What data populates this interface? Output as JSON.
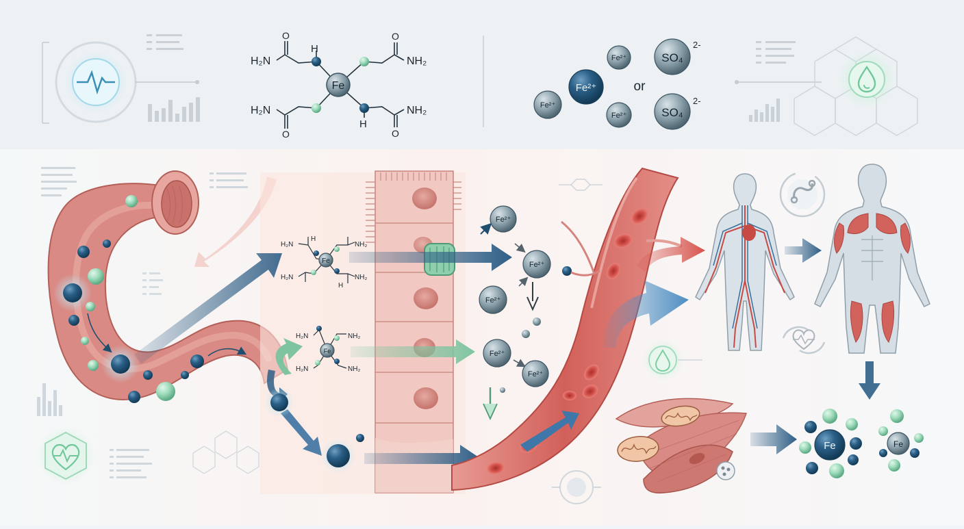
{
  "top_panel": {
    "chelate": {
      "center": "Fe",
      "amide_tl": "H₂N",
      "amide_tr": "NH₂",
      "amide_bl": "H₂N",
      "amide_br": "NH₂",
      "oxygen": "O",
      "h_top": "H",
      "h_bottom": "H"
    },
    "salt": {
      "ion_main": "Fe²⁺",
      "ion_small_top": "Fe²⁺",
      "ion_small_left": "Fe²⁺",
      "ion_small_bottom": "Fe²⁺",
      "or_word": "or",
      "sulfate_top": "SO₄",
      "sulfate_bottom": "SO₄",
      "charge": "2-"
    }
  },
  "pathway": {
    "chelate_upper": {
      "center": "Fe",
      "amide_tl": "H₂N",
      "amide_tr": "NH₂",
      "amide_bl": "H₂N",
      "amide_br": "NH₂",
      "h_top": "H",
      "h_bottom": "H"
    },
    "chelate_lower": {
      "center": "Fe",
      "amide_tl": "H₂N",
      "amide_tr": "NH₂",
      "amide_bl": "H₂N",
      "amide_br": "NH₂"
    },
    "cell_ions": {
      "ion_1": "Fe²⁺",
      "ion_2": "Fe²⁺",
      "ion_3": "Fe²⁺",
      "ion_4": "Fe²⁺",
      "ion_5": "Fe²⁺"
    },
    "iron_store_large": "Fe",
    "iron_store_small": "Fe"
  },
  "colors": {
    "navy": "#1f4e6e",
    "teal_green": "#8fd1b0",
    "intestine": "#d98a84",
    "blood_red": "#c94a45",
    "arrow_blue": "#2e5e86",
    "arrow_green": "#7fc4a0",
    "arrow_red": "#d6534c",
    "icon_gray": "#9aa5ad"
  }
}
